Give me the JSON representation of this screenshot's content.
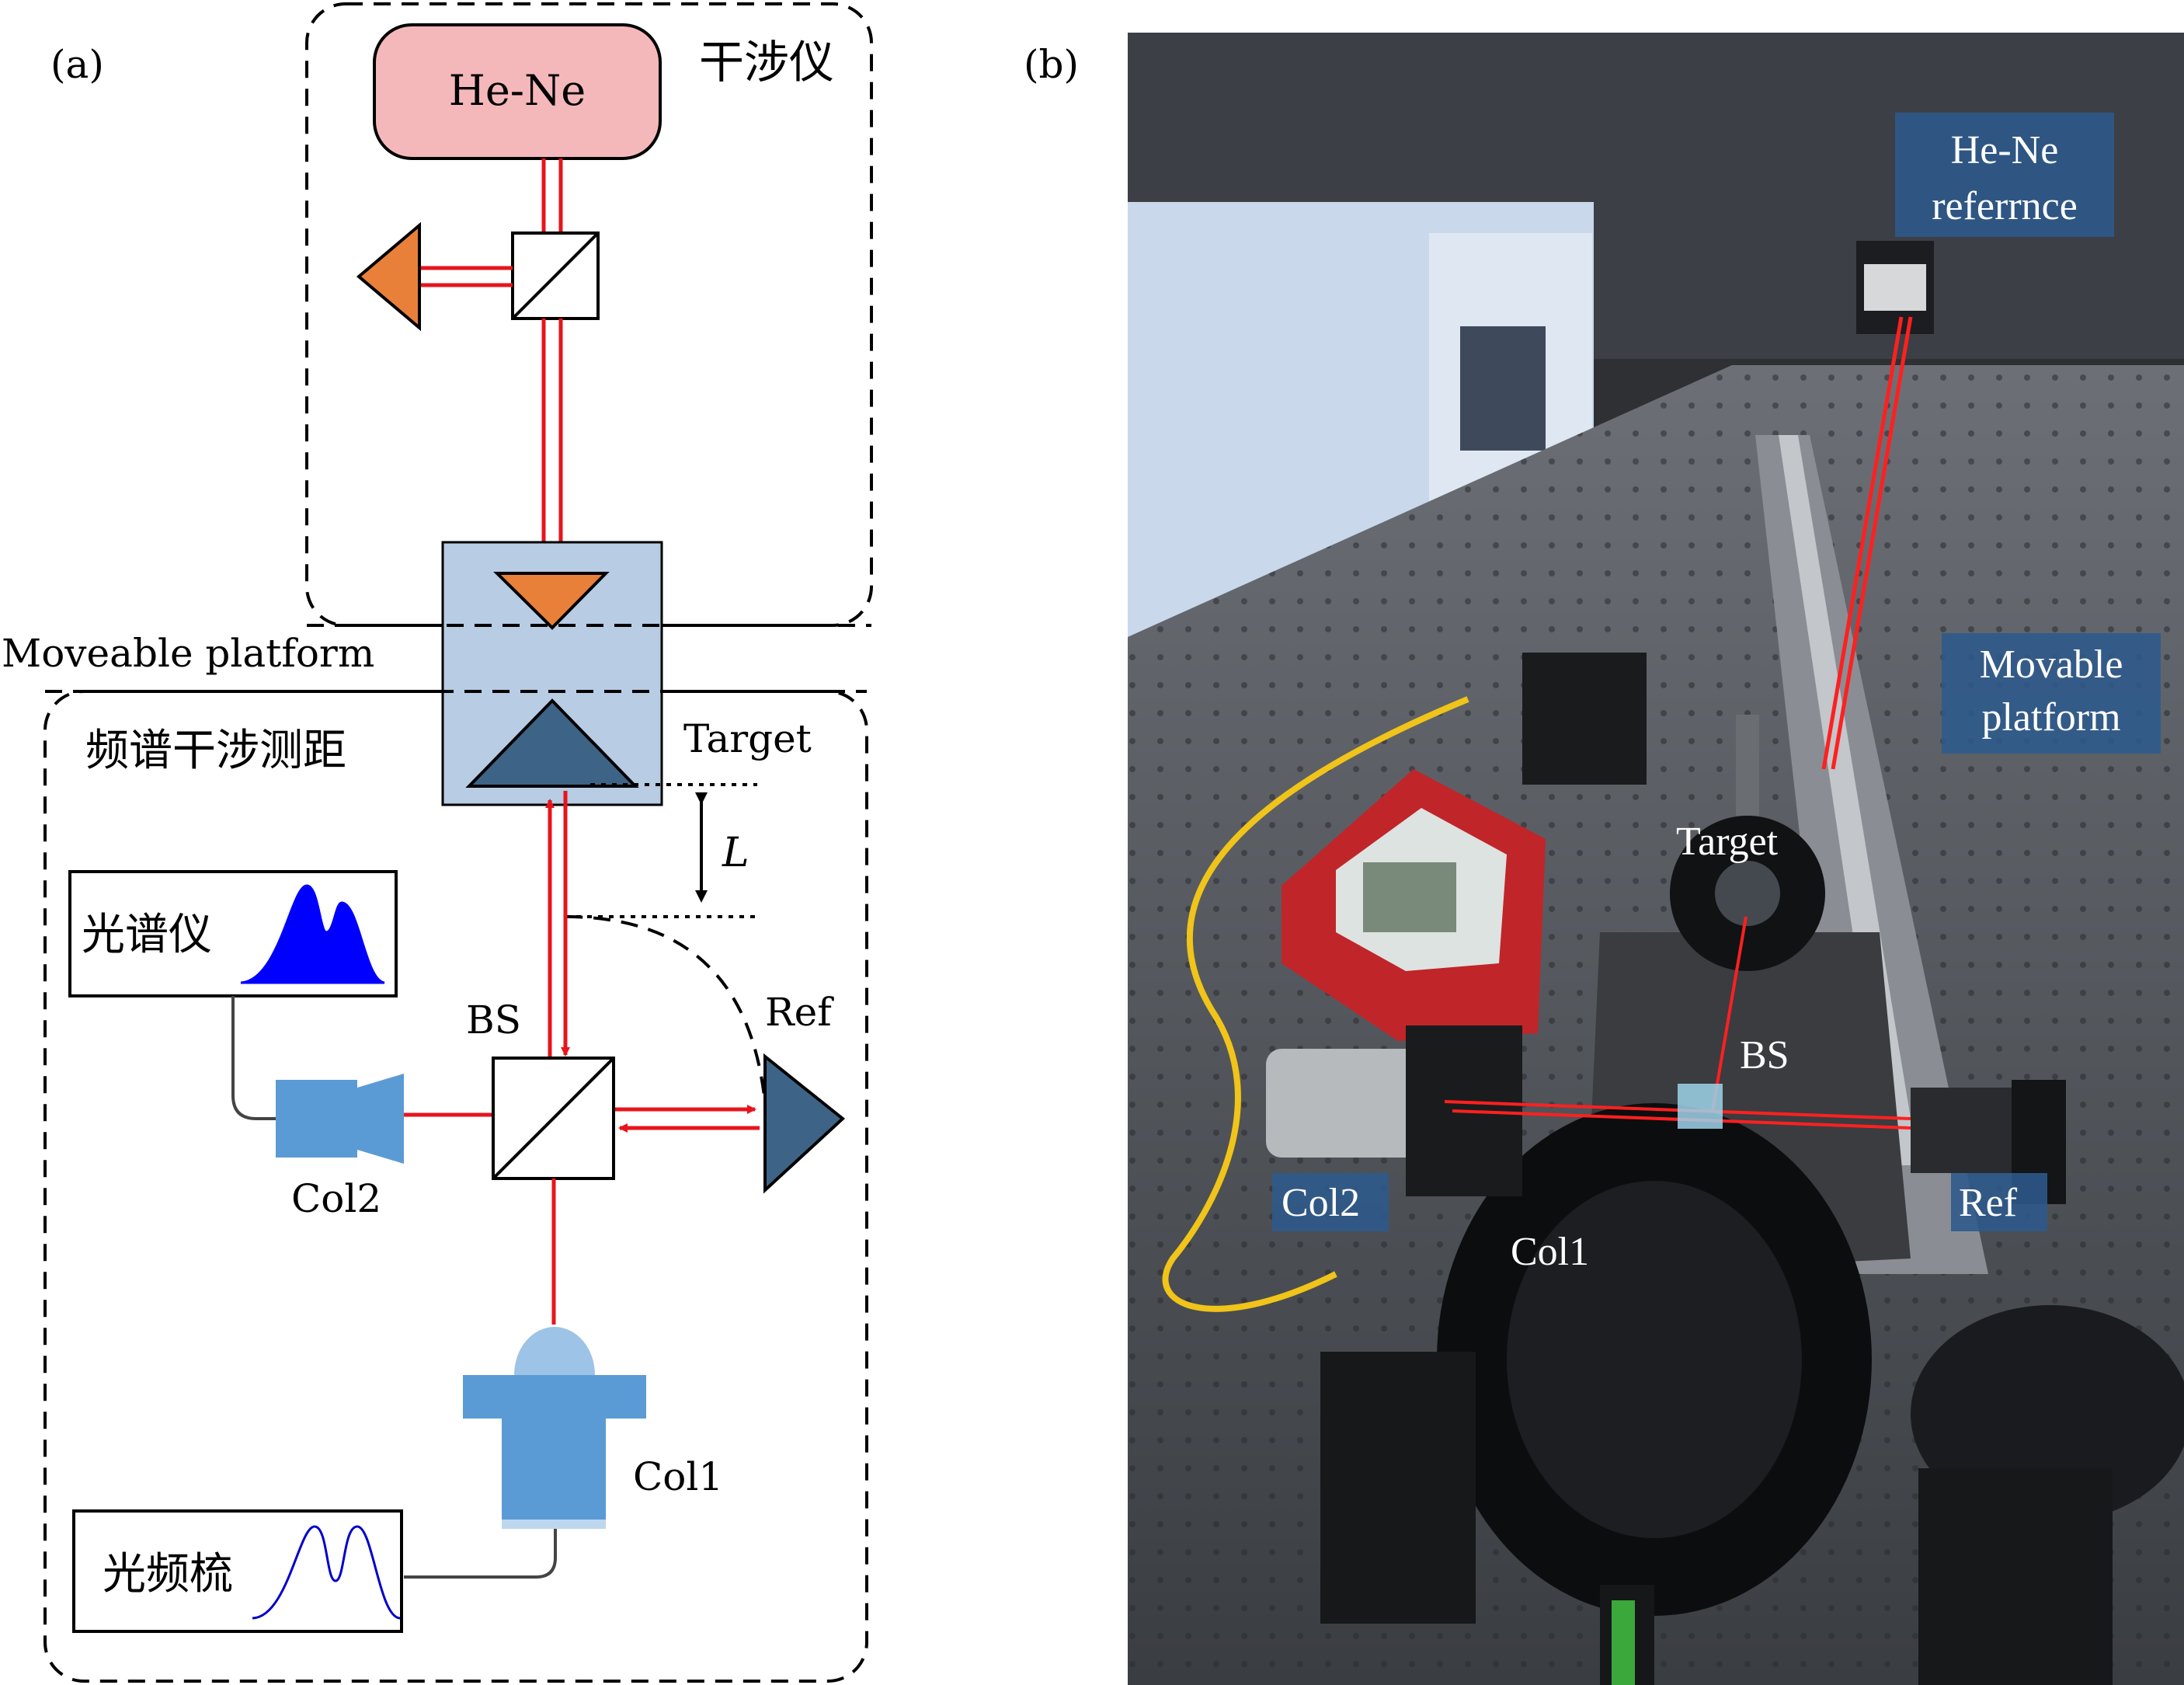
{
  "panel_a": {
    "tag": "(a)",
    "interferometer_group": "干涉仪",
    "laser": "He-Ne",
    "platform_label": "Moveable platform",
    "ranging_group": "频谱干涉测距",
    "target": "Target",
    "distance_symbol": "L",
    "spectrometer": "光谱仪",
    "beam_splitter": "BS",
    "reference": "Ref",
    "collimator_2": "Col2",
    "collimator_1": "Col1",
    "frequency_comb": "光频梳"
  },
  "panel_b": {
    "tag": "(b)",
    "labels": {
      "heNe_line1": "He-Ne",
      "heNe_line2": "referrnce",
      "movable_line1": "Movable",
      "movable_line2": "platform",
      "target": "Target",
      "bs": "BS",
      "col2": "Col2",
      "ref": "Ref",
      "col1": "Col1"
    }
  },
  "colors": {
    "laser_box": "#f4b8bb",
    "beam": "#e8141c",
    "orange_prism": "#e8803a",
    "dark_prism": "#3d6486",
    "platform": "#b8cce4",
    "collimator": "#5b9bd5",
    "spectrum": "#0000ff",
    "photo_label_bg": "#2d5a8c"
  }
}
